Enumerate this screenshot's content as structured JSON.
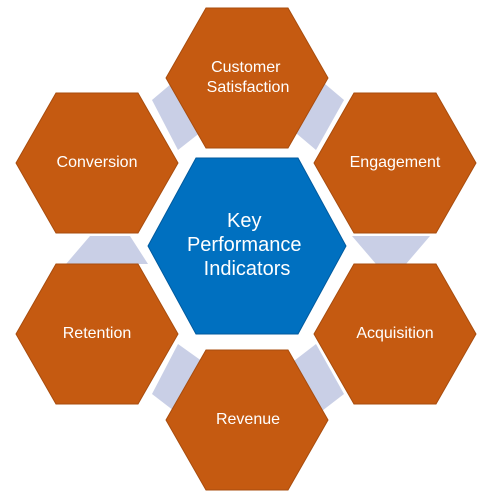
{
  "center": {
    "lines": [
      "Key",
      "Performance",
      "Indicators"
    ]
  },
  "nodes": [
    {
      "id": "customer-satisfaction",
      "lines": [
        "Customer",
        "Satisfaction"
      ]
    },
    {
      "id": "engagement",
      "lines": [
        "Engagement"
      ]
    },
    {
      "id": "acquisition",
      "lines": [
        "Acquisition"
      ]
    },
    {
      "id": "revenue",
      "lines": [
        "Revenue"
      ]
    },
    {
      "id": "retention",
      "lines": [
        "Retention"
      ]
    },
    {
      "id": "conversion",
      "lines": [
        "Conversion"
      ]
    }
  ],
  "colors": {
    "outer_fill": "#C55A11",
    "outer_stroke": "#A84C0E",
    "center_fill": "#0070C0",
    "center_stroke": "#005A9E",
    "connector_fill": "#C9CFE6",
    "label": "#FFFFFF"
  }
}
